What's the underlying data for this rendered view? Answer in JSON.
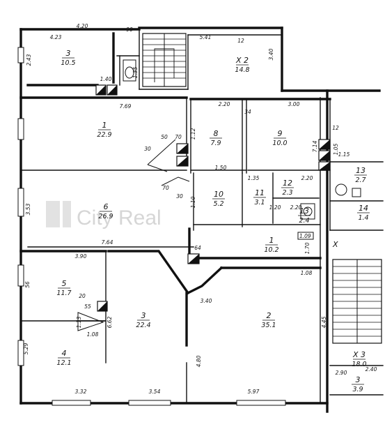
{
  "watermark": "City Real",
  "rooms": [
    {
      "id": "r1",
      "number": "1",
      "area": "22.9"
    },
    {
      "id": "r2",
      "number": "2",
      "area": "35.1"
    },
    {
      "id": "r3",
      "number": "3",
      "area": "22.4"
    },
    {
      "id": "r4",
      "number": "4",
      "area": "12.1"
    },
    {
      "id": "r5",
      "number": "5",
      "area": "11.7"
    },
    {
      "id": "r6",
      "number": "6",
      "area": "26.9"
    },
    {
      "id": "r8",
      "number": "8",
      "area": "7.9"
    },
    {
      "id": "r9",
      "number": "9",
      "area": "10.0"
    },
    {
      "id": "r10",
      "number": "10",
      "area": "5.2"
    },
    {
      "id": "r11",
      "number": "11",
      "area": "3.1"
    },
    {
      "id": "r12",
      "number": "12",
      "area": "2.3"
    },
    {
      "id": "r13",
      "number": "13",
      "area": "2.4"
    },
    {
      "id": "rc1",
      "number": "1",
      "area": "10.2"
    },
    {
      "id": "rt3",
      "number": "3",
      "area": "10.5"
    },
    {
      "id": "rtX",
      "number": "X 2",
      "area": "14.8"
    },
    {
      "id": "rr13",
      "number": "13",
      "area": "2.7"
    },
    {
      "id": "rr14",
      "number": "14",
      "area": "1.4"
    },
    {
      "id": "rrX3",
      "number": "X 3",
      "area": "18.0"
    },
    {
      "id": "rr3",
      "number": "3",
      "area": "3.9"
    }
  ],
  "dimensions": [
    "4.20",
    "4.23",
    "2.43",
    "90",
    "1.40",
    "1.35",
    "12",
    "5.41",
    "3.40",
    "7.69",
    "2.20",
    "3.00",
    "34",
    "1.12",
    "7.14",
    "70",
    "50",
    "30",
    "12",
    "1.05",
    "1.15",
    "1.50",
    "1.35",
    "2.20",
    "3.53",
    "1.20",
    "2.20",
    "1.10",
    "30",
    "70",
    "7.64",
    "3.90",
    "64",
    "1.70",
    "1.08",
    "4.45",
    "3.40",
    "56",
    "20",
    "55",
    "6.62",
    "1.08",
    "1.13",
    "4.80",
    "5.29",
    "3.32",
    "3.54",
    "5.97",
    "2.90",
    "2.40"
  ],
  "marks": {
    "x_mark": "X",
    "box_code": "1.09"
  }
}
